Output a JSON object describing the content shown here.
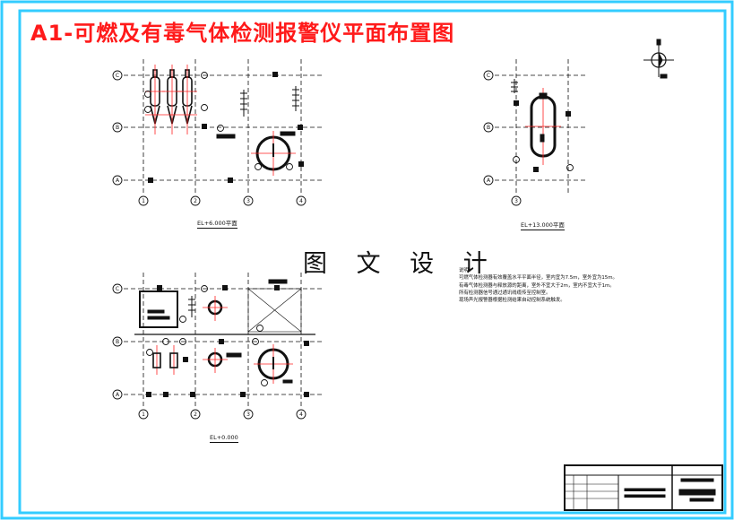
{
  "title": "A1-可燃及有毒气体检测报警仪平面布置图",
  "watermark": "图 文 设 计",
  "plans": [
    {
      "caption": "EL+6.000平面",
      "grid_rows": [
        "C",
        "B",
        "A"
      ],
      "grid_cols": [
        "1",
        "2",
        "3",
        "4"
      ]
    },
    {
      "caption": "EL+13.000平面",
      "grid_rows": [
        "C",
        "B",
        "A"
      ],
      "grid_cols": [
        "3"
      ]
    },
    {
      "caption": "EL+0.000",
      "grid_rows": [
        "C",
        "B",
        "A"
      ],
      "grid_cols": [
        "1",
        "2",
        "3",
        "4"
      ]
    }
  ],
  "notes": {
    "heading": "说明：",
    "lines": [
      "可燃气体检测器有效覆盖水平平面半径，室内宜为7.5m，室外宜为15m。",
      "有毒气体检测器与释放源的距离，室外不宜大于2m，室内不宜大于1m。",
      "所有检测器信号通过通讯线缆传至控制室。",
      "现场声光报警器根据检测结果自动控制系统触发。"
    ]
  },
  "colors": {
    "border": "#33ccff",
    "title": "#ff1a1a",
    "line": "#111111",
    "accent": "#ff2020"
  }
}
